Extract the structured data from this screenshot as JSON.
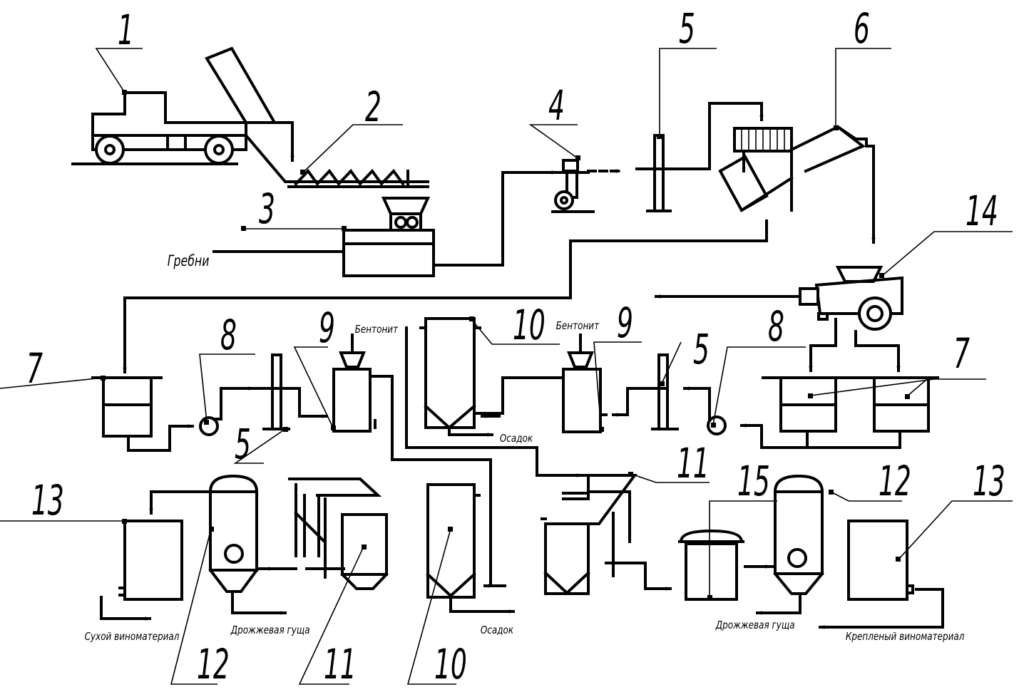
{
  "numbers": {
    "n1": "1",
    "n2": "2",
    "n3": "3",
    "n4": "4",
    "n5a": "5",
    "n6": "6",
    "n14": "14",
    "n7a": "7",
    "n8a": "8",
    "n5b": "5",
    "n9a": "9",
    "n10a": "10",
    "n9b": "9",
    "n5c": "5",
    "n8b": "8",
    "n7b": "7",
    "n11a": "11",
    "n15": "15",
    "n12a": "12",
    "n13a": "13",
    "n13b": "13",
    "n12b": "12",
    "n11b": "11",
    "n10b": "10"
  },
  "labels": {
    "grebni": "Гребни",
    "bentonit_left": "Бентонит",
    "bentonit_right": "Бентонит",
    "osadok_top": "Осадок",
    "osadok_bottom": "Осадок",
    "sukhoy": "Сухой виноматериал",
    "drozh_left": "Дрожжевая гуща",
    "drozh_right": "Дрожжевая гуща",
    "kreplenyi": "Крепленый виноматериал"
  }
}
